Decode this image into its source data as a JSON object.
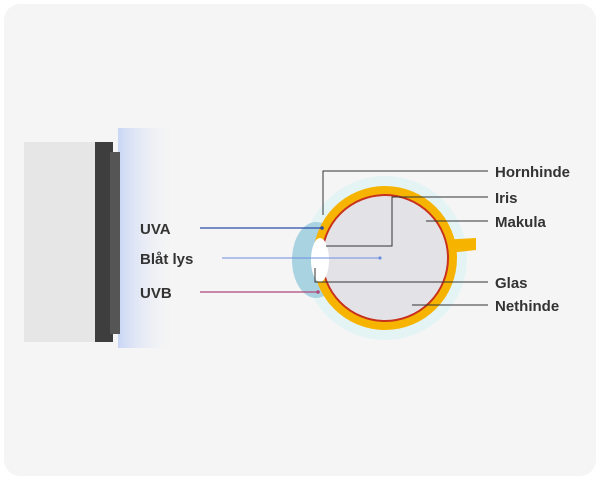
{
  "light_labels": {
    "uva": "UVA",
    "blue_light": "Blåt lys",
    "uvb": "UVB"
  },
  "eye_labels": {
    "cornea": "Hornhinde",
    "iris": "Iris",
    "macula": "Makula",
    "vitreous": "Glas",
    "retina": "Nethinde"
  },
  "colors": {
    "uva_ray": "#2b4aa8",
    "blue_light_ray": "#6b8fe0",
    "uvb_ray": "#b0487a",
    "sclera_orange": "#f6b400",
    "retina_red": "#c8311d",
    "cornea_blue": "#a9d3e0",
    "eye_interior": "#e3e3e7",
    "lens_halo": "#e4f3f4"
  }
}
